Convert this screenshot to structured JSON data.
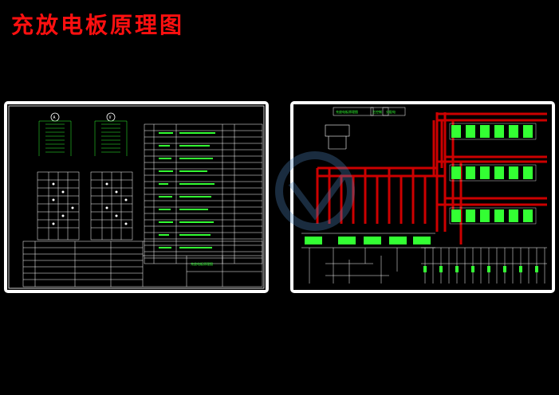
{
  "page": {
    "title": "充放电板原理图"
  },
  "left_panel": {
    "meter_a": "A",
    "meter_v": "V",
    "block_caption": "充放电板原理图"
  },
  "right_panel": {
    "header_left": "充放电板原理图",
    "header_mid": "主控制",
    "header_right": "分配电"
  },
  "colors": {
    "background": "#000000",
    "title": "#ff1010",
    "panel_frame": "#ffffff",
    "bus_red": "#cc0000",
    "wire_green": "#33ff33",
    "line_white": "#ffffff"
  }
}
